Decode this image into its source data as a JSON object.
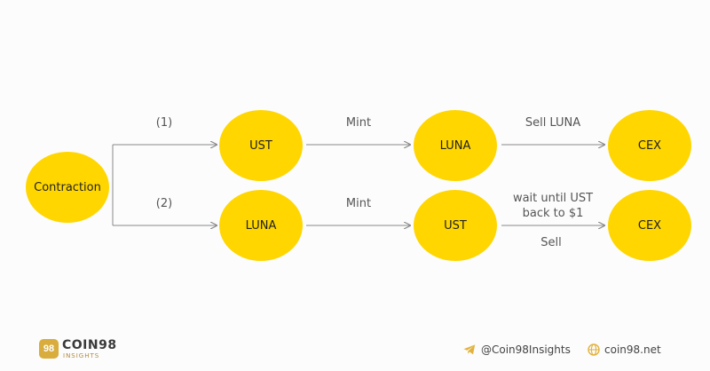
{
  "colors": {
    "node_fill": "#ffd600",
    "line": "#888888",
    "brand_gold": "#d8ad3e",
    "brand_dark": "#3a3a3a"
  },
  "diagram": {
    "source": "Contraction",
    "paths": [
      {
        "label": "(1)",
        "nodes": [
          "UST",
          "LUNA",
          "CEX"
        ],
        "edge1": "Mint",
        "edge2_top": "Sell LUNA",
        "edge2_bottom": ""
      },
      {
        "label": "(2)",
        "nodes": [
          "LUNA",
          "UST",
          "CEX"
        ],
        "edge1": "Mint",
        "edge2_top": "wait until UST\nback to $1",
        "edge2_bottom": "Sell"
      }
    ]
  },
  "footer": {
    "logo_mark": "98",
    "brand_name": "COIN98",
    "brand_sub": "INSIGHTS",
    "telegram_icon": "telegram-icon",
    "telegram": "@Coin98Insights",
    "globe_icon": "globe-icon",
    "website": "coin98.net"
  }
}
